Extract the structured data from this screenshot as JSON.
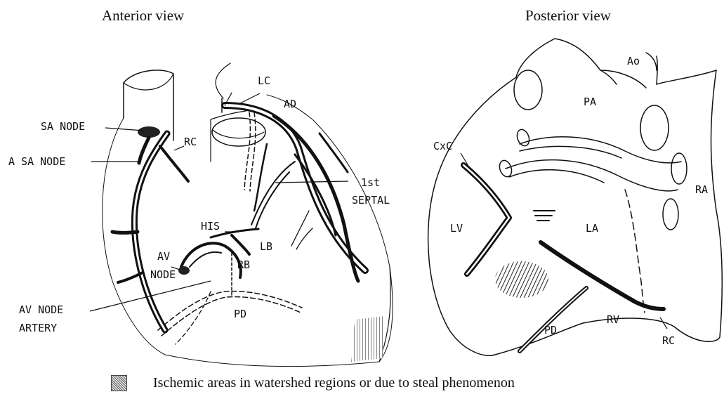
{
  "titles": {
    "anterior": "Anterior view",
    "posterior": "Posterior view"
  },
  "anterior_labels": {
    "sa_node": "SA NODE",
    "a_sa_node": "A SA NODE",
    "rc": "RC",
    "lc": "LC",
    "ad": "AD",
    "first_septal_1": "1st",
    "first_septal_2": "SEPTAL",
    "his": "HIS",
    "lb": "LB",
    "av_node_1": "AV",
    "av_node_2": "NODE",
    "rb": "RB",
    "av_node_artery_1": "AV NODE",
    "av_node_artery_2": "ARTERY",
    "pd": "PD"
  },
  "posterior_labels": {
    "ao": "Ao",
    "pa": "PA",
    "cxc": "CxC",
    "ra": "RA",
    "lv": "LV",
    "la": "LA",
    "pd": "PD",
    "rv": "RV",
    "rc": "RC"
  },
  "legend": {
    "text": "Ischemic areas in watershed regions or due to steal phenomenon"
  }
}
